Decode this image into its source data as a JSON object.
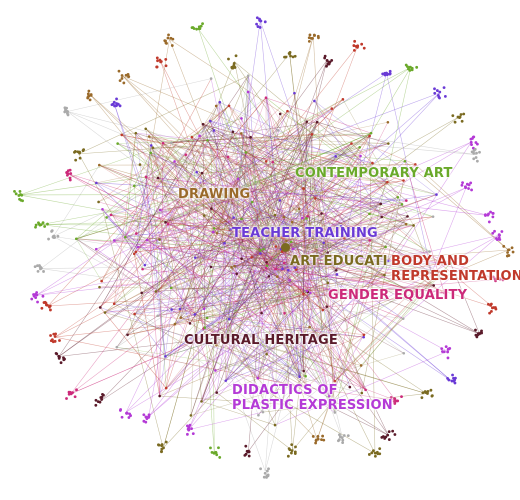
{
  "network": {
    "clusters": [
      {
        "id": "contemporary-art",
        "label": "CONTEMPORARY ART",
        "color": "#6aa92a"
      },
      {
        "id": "drawing",
        "label": "DRAWING",
        "color": "#9a6a2a"
      },
      {
        "id": "teacher-training",
        "label": "TEACHER TRAINING",
        "color": "#6a3ad6"
      },
      {
        "id": "art-education",
        "label": "ART EDUCATI",
        "color": "#7a6a20"
      },
      {
        "id": "body-representation",
        "label_lines": [
          "BODY AND",
          "REPRESENTATION"
        ],
        "color": "#c0392b"
      },
      {
        "id": "gender-equality",
        "label": "GENDER EQUALITY",
        "color": "#cc2a7a"
      },
      {
        "id": "cultural-heritage",
        "label": "CULTURAL HERITAGE",
        "color": "#5a1a2a"
      },
      {
        "id": "didactics",
        "label_lines": [
          "DIDACTICS OF",
          "PLASTIC EXPRESSION"
        ],
        "color": "#b43ad6"
      }
    ],
    "hub_node": {
      "label": "Art educati",
      "color": "#7a6a20"
    },
    "edge_palette": [
      "#6a3ad6",
      "#6aa92a",
      "#9a6a2a",
      "#b43ad6",
      "#cc2a7a",
      "#5a1a2a",
      "#c0392b",
      "#aaaaaa",
      "#7a6a20"
    ]
  }
}
